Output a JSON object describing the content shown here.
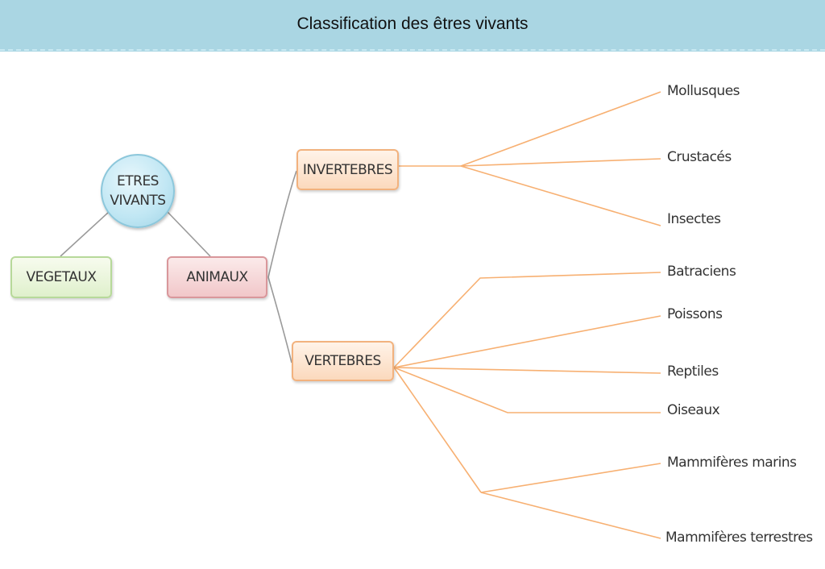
{
  "header": {
    "title": "Classification des êtres vivants"
  },
  "colors": {
    "header_bg": "#aad6e3",
    "connector_gray": "#9a9a9a",
    "connector_orange": "#f7b072",
    "root_fill": "#bfe6f3",
    "vegetaux_fill": "#dff0cc",
    "animaux_fill": "#f1c7c9",
    "group_fill": "#fbd9bd"
  },
  "nodes": {
    "root": {
      "line1": "ETRES",
      "line2": "VIVANTS"
    },
    "vegetaux": "VEGETAUX",
    "animaux": "ANIMAUX",
    "invertebres": "INVERTEBRES",
    "vertebres": "VERTEBRES"
  },
  "invertebres_children": [
    "Mollusques",
    "Crustacés",
    "Insectes"
  ],
  "vertebres_children": [
    "Batraciens",
    "Poissons",
    "Reptiles",
    "Oiseaux",
    "Mammifères marins",
    "Mammifères terrestres"
  ]
}
